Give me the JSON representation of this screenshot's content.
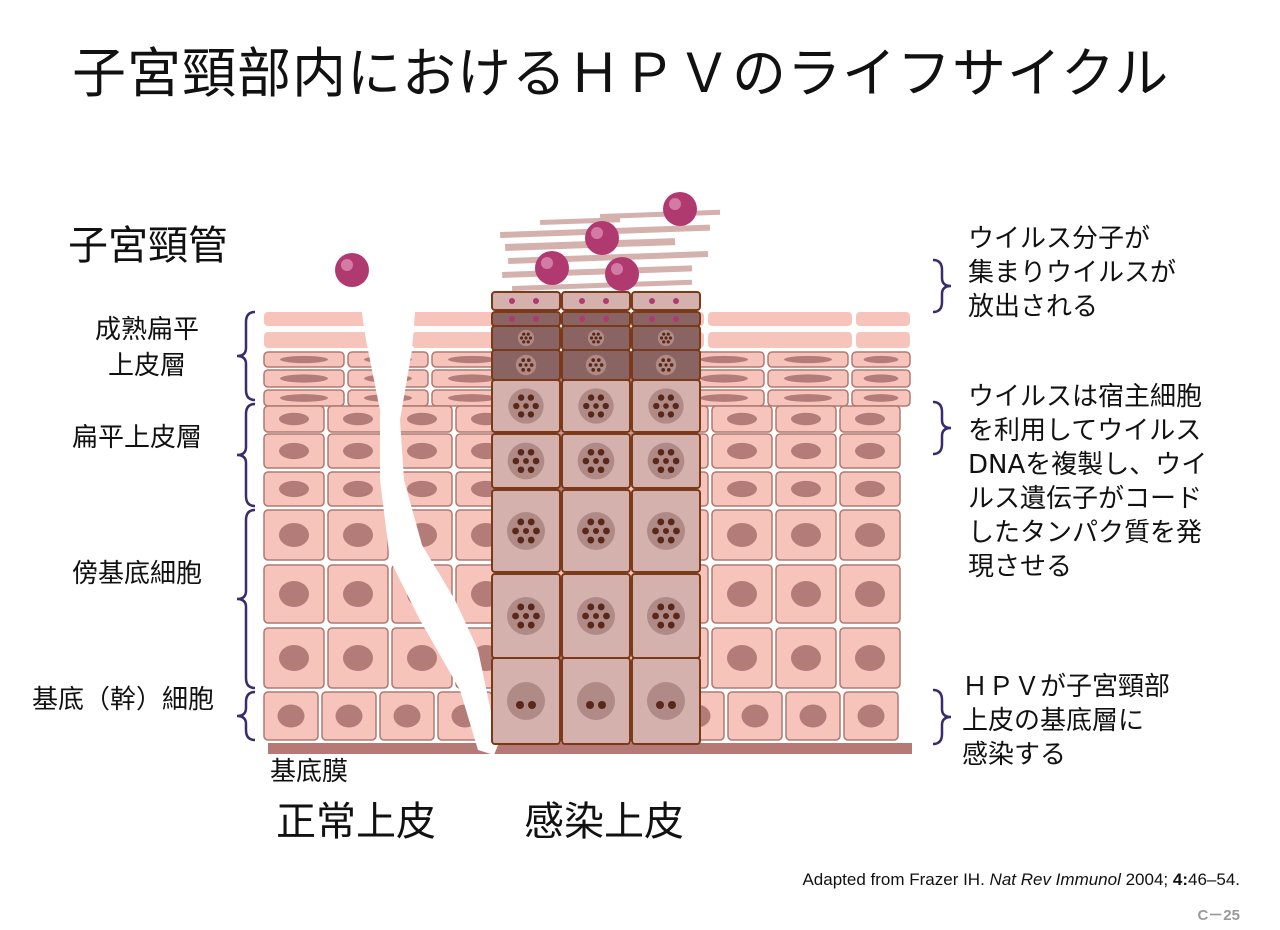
{
  "title": "子宮頸部内におけるＨＰＶのライフサイクル",
  "labels": {
    "canal": "子宮頸管",
    "mature_squamous_line1": "成熟扁平",
    "mature_squamous_line2": "上皮層",
    "squamous": "扁平上皮層",
    "parabasal": "傍基底細胞",
    "basal_stem": "基底（幹）細胞",
    "basement_membrane": "基底膜",
    "normal_epithelium": "正常上皮",
    "infected_epithelium": "感染上皮"
  },
  "annotations": {
    "release": [
      "ウイルス分子が",
      "集まりウイルスが",
      "放出される"
    ],
    "replication": [
      "ウイルスは宿主細胞",
      "を利用してウイルス",
      "DNAを複製し、ウイ",
      "ルス遺伝子がコード",
      "したタンパク質を発",
      "現させる"
    ],
    "infection": [
      "ＨＰＶが子宮頸部",
      "上皮の基底層に",
      "感染する"
    ]
  },
  "citation": {
    "prefix": "Adapted from Frazer IH. ",
    "journal": "Nat Rev Immunol",
    "year": " 2004; ",
    "volume": "4:",
    "pages": "46–54."
  },
  "page_number": "C－25",
  "colors": {
    "normal_cell_fill": "#f7c4bc",
    "normal_cell_stroke": "#b07870",
    "normal_nucleus": "#b37c78",
    "infected_cell_fill": "#d4b1ad",
    "infected_cell_stroke": "#7a3a1a",
    "infected_nucleus": "#b08a86",
    "viral_dna": "#5a2818",
    "dark_cell": "#8a6462",
    "virus": "#b03a70",
    "bracket": "#3a2a6e",
    "basement": "#b57a76"
  }
}
